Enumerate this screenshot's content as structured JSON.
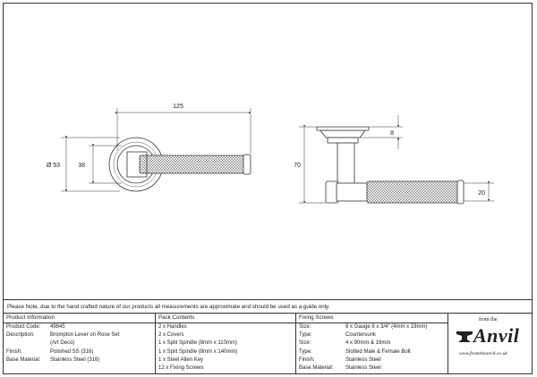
{
  "drawing": {
    "dimensions": {
      "width_125": "125",
      "dia_53": "Ø 53",
      "dia_38": "38",
      "height_70": "70",
      "rose_8": "8",
      "grip_20": "20"
    }
  },
  "note": "Please Note, due to the hand crafted nature of our products all measurements are approximate and should be used as a guide only.",
  "product_info": {
    "heading": "Product Information",
    "rows": [
      {
        "label": "Product Code:",
        "value": "49845"
      },
      {
        "label": "Description:",
        "value": "Brompton Lever on Rose Set"
      },
      {
        "label": "",
        "value": "(Art Deco)"
      },
      {
        "label": "Finish:",
        "value": "Polished SS (316)"
      },
      {
        "label": "Base Material:",
        "value": "Stainless Steel (316)"
      }
    ]
  },
  "pack_contents": {
    "heading": "Pack Contents",
    "items": [
      "2 x Handles",
      "2 x Covers",
      "1 x Split Spindle (8mm x 110mm)",
      "1 x Split Spindle (8mm x 140mm)",
      "1 x Steel Allen Key",
      "12 x Fixing Screws"
    ]
  },
  "fixing_screws": {
    "heading": "Fixing Screws",
    "rows": [
      {
        "label": "Size:",
        "value": "8 x Gauge 8 x 3/4\" (4mm x 19mm)"
      },
      {
        "label": "Type:",
        "value": "Countersunk"
      },
      {
        "label": "Size:",
        "value": "4 x 90mm & 16mm"
      },
      {
        "label": "Type:",
        "value": "Slotted Male & Female Bolt"
      },
      {
        "label": "Finish:",
        "value": "Stainless Steel"
      },
      {
        "label": "Base Material:",
        "value": "Stainless Steel"
      }
    ]
  },
  "logo": {
    "from_the": "from the",
    "brand": "Anvil",
    "url": "www.fromtheanvil.co.uk"
  }
}
